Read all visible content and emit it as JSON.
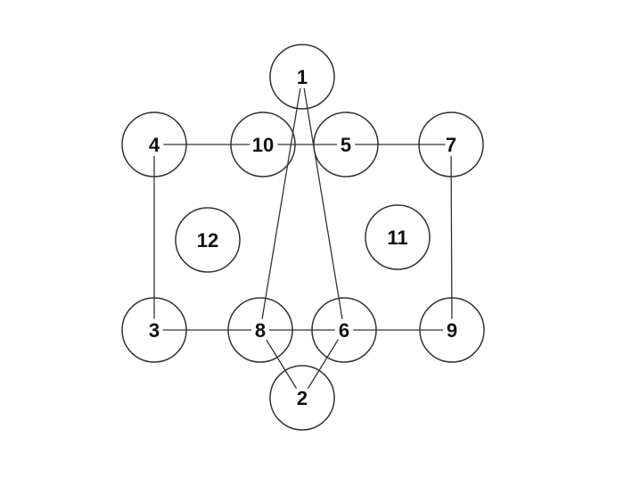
{
  "nodes": [
    {
      "id": "1",
      "label": "1"
    },
    {
      "id": "4",
      "label": "4"
    },
    {
      "id": "10",
      "label": "10"
    },
    {
      "id": "5",
      "label": "5"
    },
    {
      "id": "7",
      "label": "7"
    },
    {
      "id": "12",
      "label": "12"
    },
    {
      "id": "11",
      "label": "11"
    },
    {
      "id": "3",
      "label": "3"
    },
    {
      "id": "8",
      "label": "8"
    },
    {
      "id": "6",
      "label": "6"
    },
    {
      "id": "9",
      "label": "9"
    },
    {
      "id": "2",
      "label": "2"
    }
  ],
  "lines": [
    [
      "4",
      "10",
      "5",
      "7"
    ],
    [
      "3",
      "8",
      "6",
      "9"
    ],
    [
      "1",
      "10",
      "12",
      "8"
    ],
    [
      "1",
      "5",
      "11",
      "6"
    ],
    [
      "4",
      "12",
      "3"
    ],
    [
      "7",
      "11",
      "9"
    ],
    [
      "8",
      "2"
    ],
    [
      "6",
      "2"
    ]
  ]
}
